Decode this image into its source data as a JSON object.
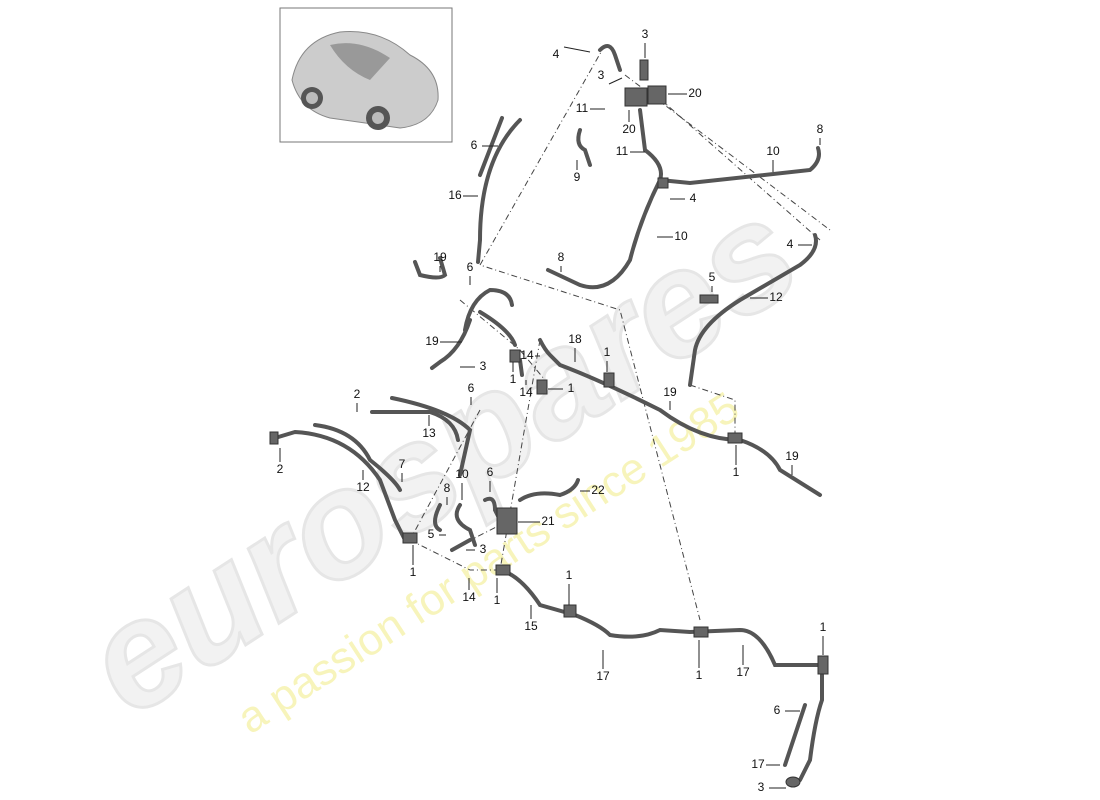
{
  "watermark": {
    "brand": "eurospares",
    "tagline": "a passion for parts since 1985"
  },
  "thumbnail": {
    "icon": "sports-car-icon"
  },
  "callouts": [
    "4",
    "3",
    "3",
    "20",
    "11",
    "20",
    "6",
    "8",
    "11",
    "10",
    "9",
    "16",
    "4",
    "10",
    "4",
    "8",
    "19",
    "6",
    "5",
    "12",
    "19",
    "3",
    "14",
    "18",
    "1",
    "1",
    "14",
    "1",
    "6",
    "2",
    "19",
    "13",
    "2",
    "7",
    "10",
    "6",
    "1",
    "19",
    "12",
    "8",
    "22",
    "21",
    "5",
    "3",
    "1",
    "14",
    "1",
    "1",
    "15",
    "17",
    "1",
    "17",
    "1",
    "6",
    "17",
    "3"
  ]
}
